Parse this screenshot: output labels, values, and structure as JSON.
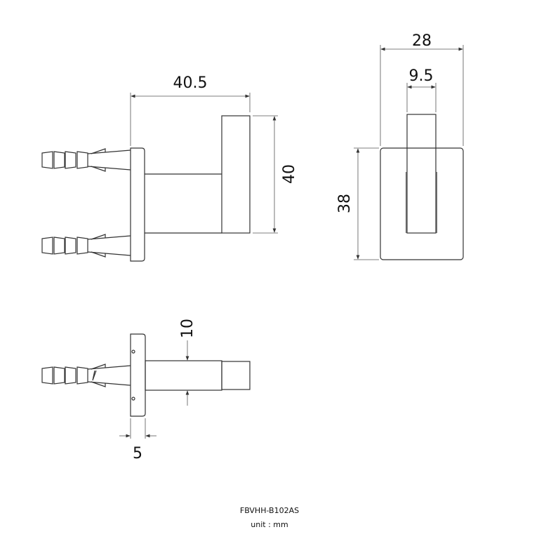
{
  "drawing": {
    "model": "FBVHH-B102AS",
    "unit_label": "unit : mm"
  },
  "dimensions": {
    "side_depth": "40.5",
    "side_height": "40",
    "front_width": "28",
    "front_hook_width": "9.5",
    "front_height": "38",
    "top_hook_thickness": "10",
    "top_plate_thickness": "5"
  }
}
